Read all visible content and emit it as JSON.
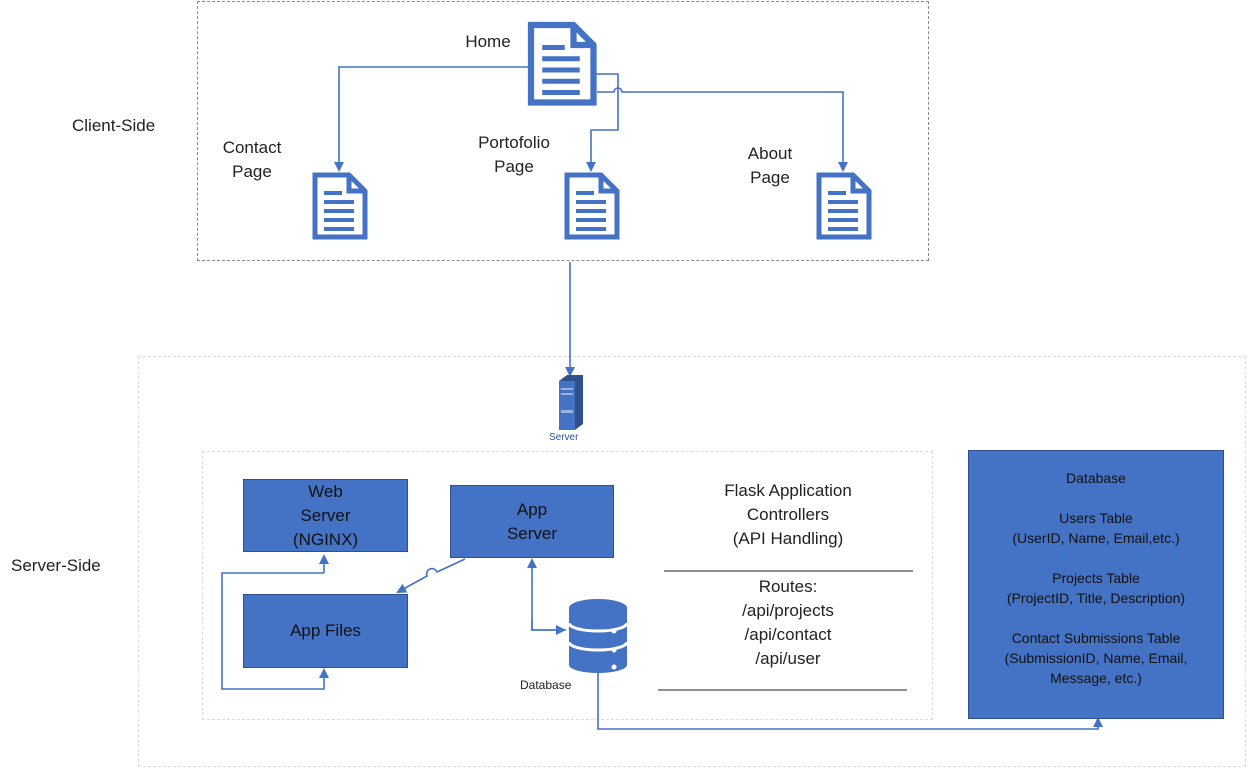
{
  "client_side": {
    "label": "Client-Side",
    "pages": {
      "home": "Home",
      "contact": [
        "Contact",
        "Page"
      ],
      "portfolio": [
        "Portofolio",
        "Page"
      ],
      "about": [
        "About",
        "Page"
      ]
    }
  },
  "server_side": {
    "label": "Server-Side",
    "server_icon_label": "Server",
    "web_server": [
      "Web",
      "Server",
      "(NGINX)"
    ],
    "app_server": [
      "App",
      "Server"
    ],
    "app_files": "App Files",
    "database_icon_label": "Database",
    "controllers": {
      "title": [
        "Flask Application",
        "Controllers",
        "(API Handling)"
      ],
      "routes_label": "Routes:",
      "routes": [
        "/api/projects",
        "/api/contact",
        "/api/user"
      ]
    },
    "database_panel": {
      "title": "Database",
      "tables": [
        {
          "name": "Users Table",
          "fields": [
            "(UserID, Name, Email,etc.)"
          ]
        },
        {
          "name": "Projects Table",
          "fields": [
            "(ProjectID, Title, Description)"
          ]
        },
        {
          "name": "Contact Submissions Table",
          "fields": [
            "(SubmissionID, Name, Email,",
            "Message, etc.)"
          ]
        }
      ]
    }
  },
  "colors": {
    "accent": "#4472c4",
    "accent_dark": "#2f528f",
    "connector": "#4472c4"
  },
  "icons": [
    "document-icon",
    "server-icon",
    "database-icon"
  ]
}
